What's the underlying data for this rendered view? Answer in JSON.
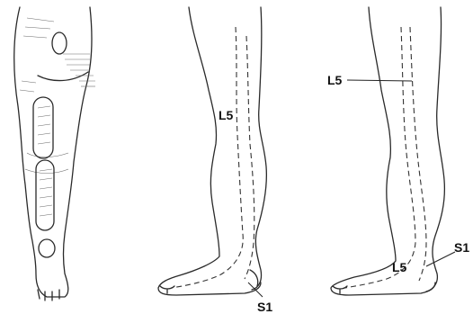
{
  "labels": {
    "fig2_l5": "L5",
    "fig2_s1": "S1",
    "fig3_l5_top": "L5",
    "fig3_l5_bottom": "L5",
    "fig3_s1": "S1"
  },
  "colors": {
    "ink": "#2a2a2a",
    "shading": "#6a6a6a",
    "background": "#ffffff"
  }
}
